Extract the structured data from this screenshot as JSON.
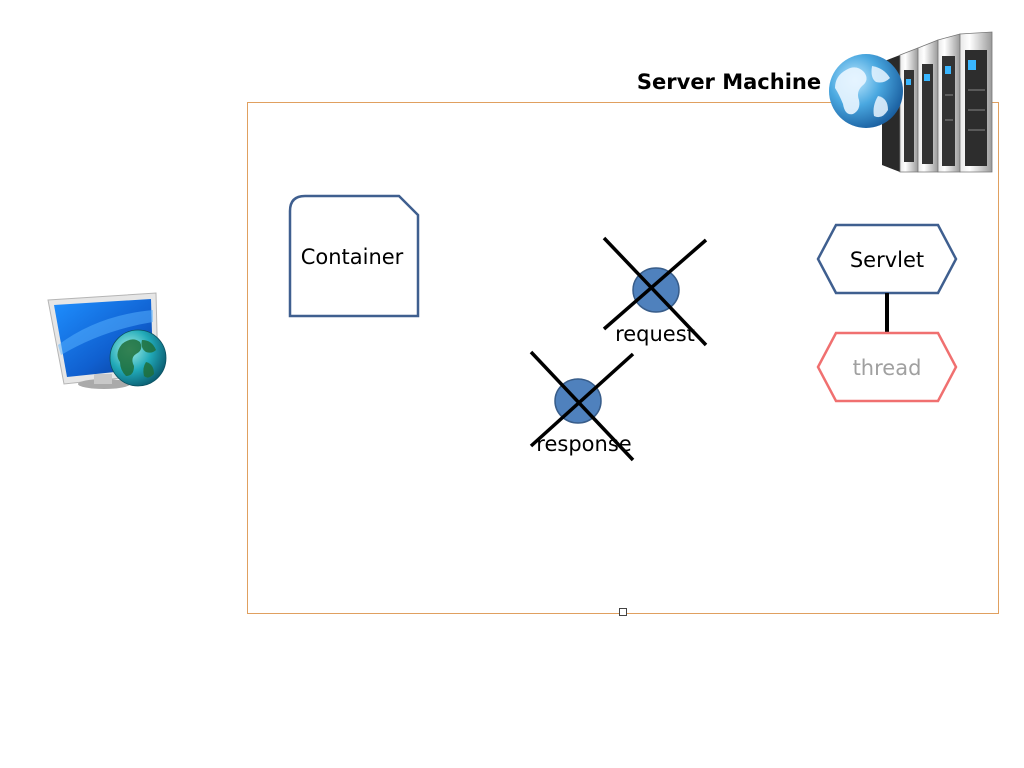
{
  "diagram": {
    "title": "Server Machine",
    "container_label": "Container",
    "servlet_label": "Servlet",
    "thread_label": "thread",
    "request_label": "request",
    "response_label": "response",
    "icons": {
      "client": "computer-globe-icon",
      "server": "server-rack-globe-icon"
    },
    "colors": {
      "machine_border": "#E0A060",
      "shape_stroke": "#3F5F8F",
      "node_fill": "#4F81BD",
      "node_stroke": "#385D8A",
      "thread_stroke": "#F07070",
      "thread_text": "#A0A0A0",
      "cross": "#000000",
      "text": "#000000"
    }
  }
}
